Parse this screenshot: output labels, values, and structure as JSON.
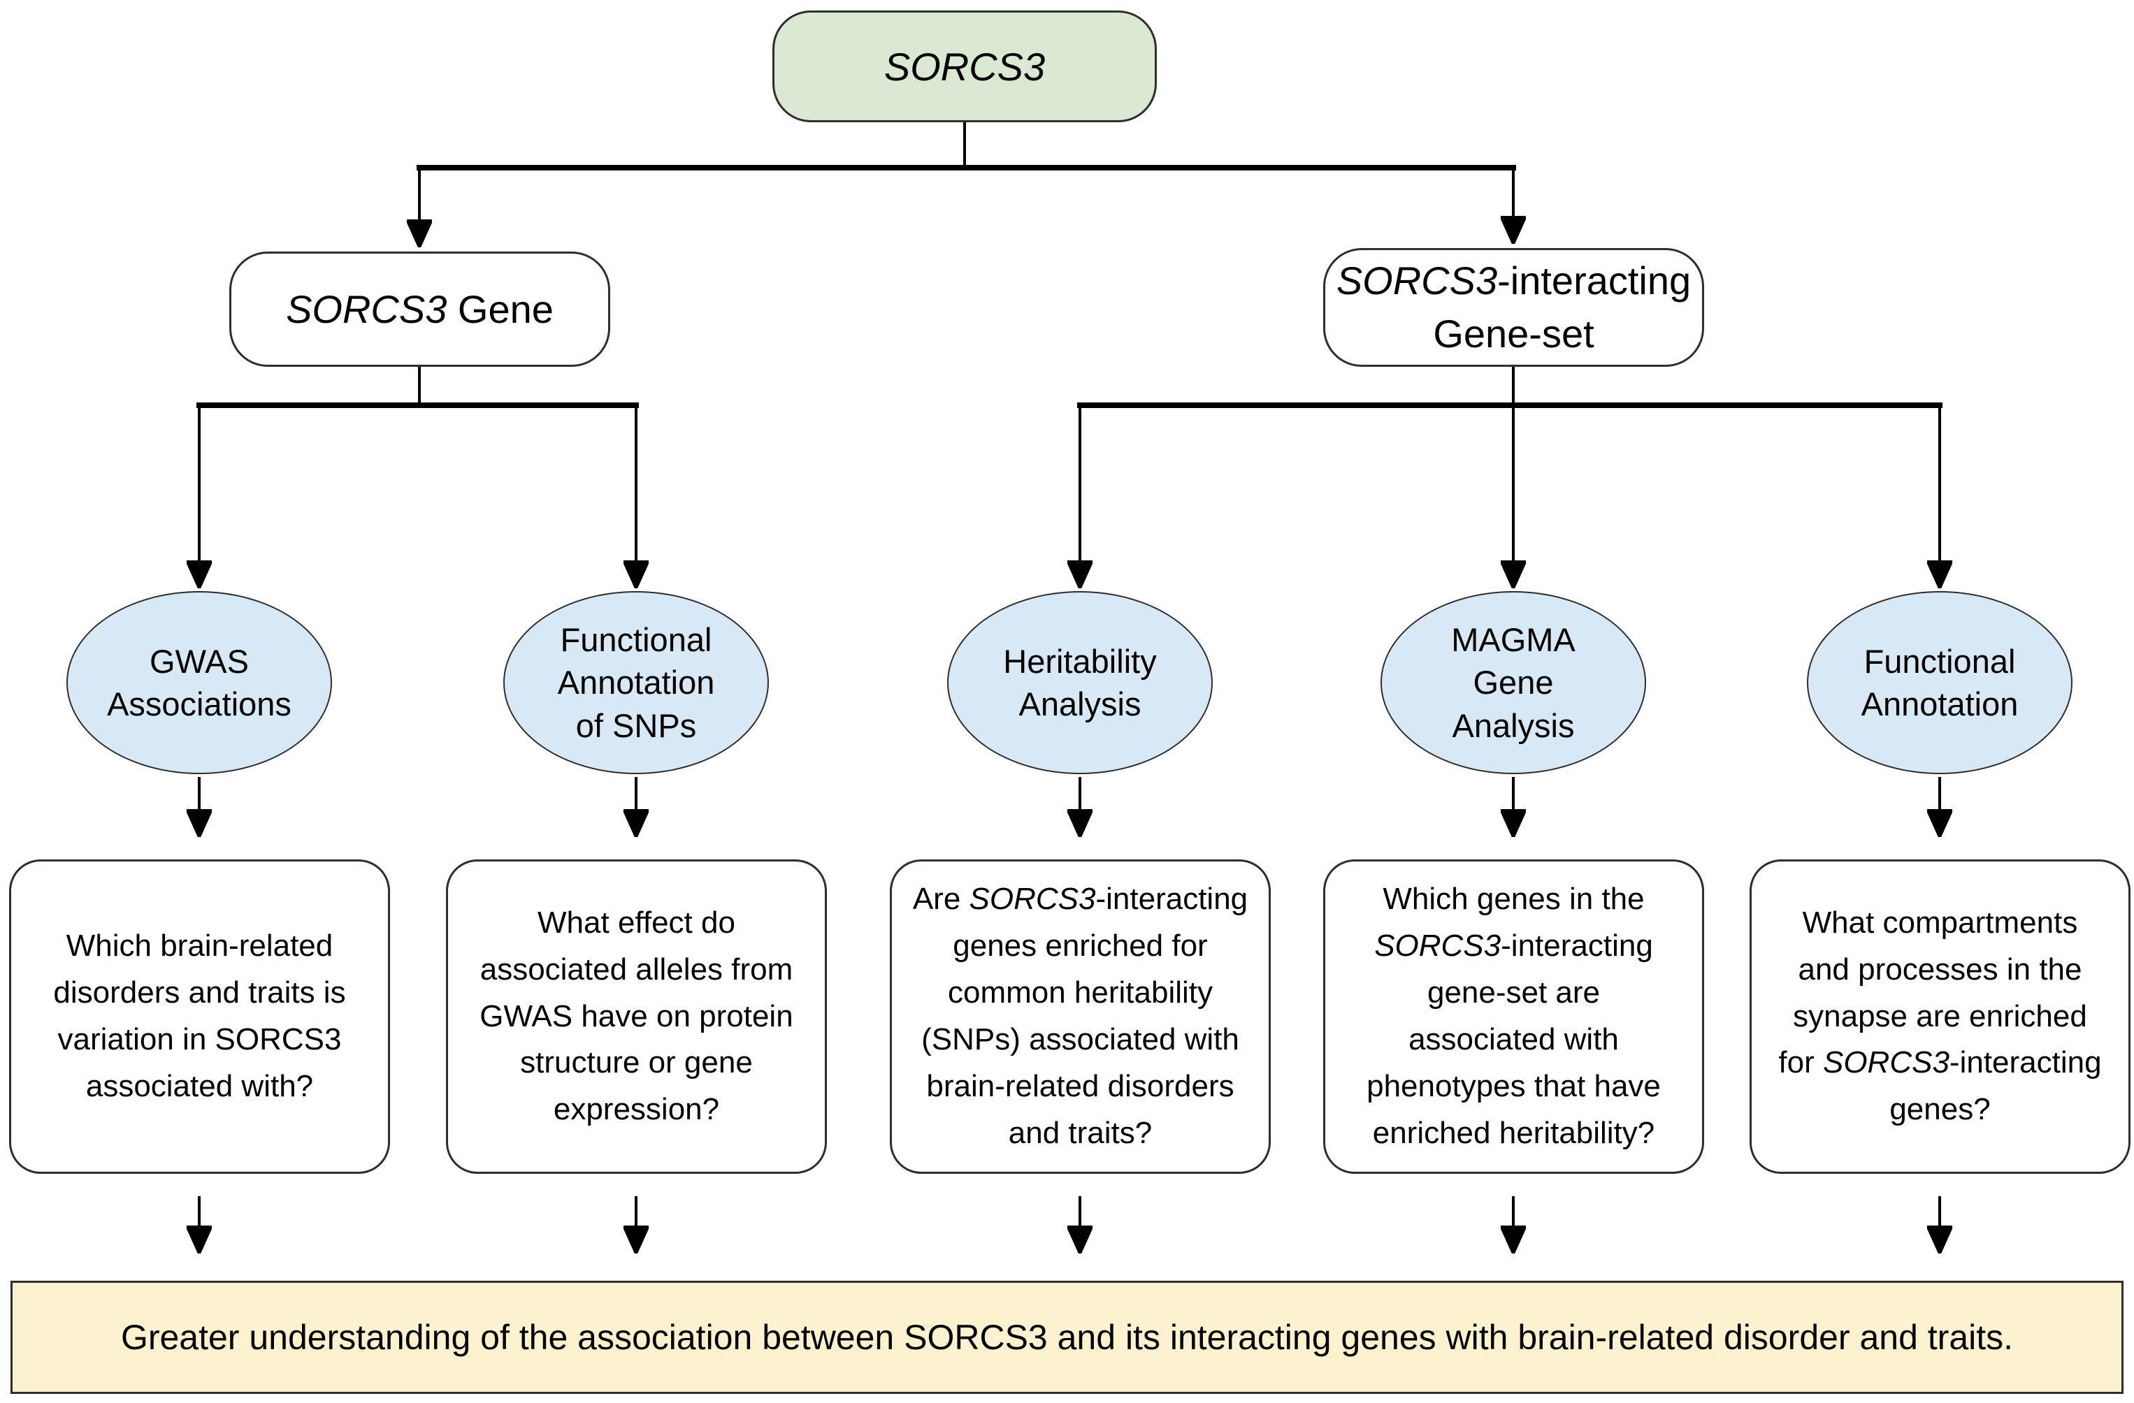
{
  "colors": {
    "node-green": "#d9e8d2",
    "node-blue": "#d9e8f5",
    "banner-cream": "#fdf2cf",
    "border-dark": "#2e2e2e",
    "line-black": "#000000"
  },
  "root": {
    "label": "*SORCS3*"
  },
  "branches": [
    {
      "label": "*SORCS3* Gene"
    },
    {
      "label": "*SORCS3*-interacting\nGene-set"
    }
  ],
  "methods": [
    {
      "label": "GWAS\nAssociations"
    },
    {
      "label": "Functional\nAnnotation\nof SNPs"
    },
    {
      "label": "Heritability\nAnalysis"
    },
    {
      "label": "MAGMA\nGene\nAnalysis"
    },
    {
      "label": "Functional\nAnnotation"
    }
  ],
  "questions": [
    {
      "text": "Which brain-related\ndisorders and traits is\nvariation in SORCS3\nassociated with?"
    },
    {
      "text": "What effect do\nassociated alleles from\nGWAS have on protein\nstructure or gene\nexpression?"
    },
    {
      "text": "Are *SORCS3*-interacting\ngenes enriched for\ncommon heritability\n(SNPs) associated with\nbrain-related disorders\nand traits?"
    },
    {
      "text": "Which genes in the\n*SORCS3*-interacting\ngene-set are\nassociated with\nphenotypes that have\nenriched heritability?"
    },
    {
      "text": "What compartments\nand processes in the\nsynapse are enriched\nfor *SORCS3*-interacting\ngenes?"
    }
  ],
  "banner": {
    "text": "Greater understanding of the association between SORCS3 and its interacting genes with brain-related disorder and traits."
  }
}
